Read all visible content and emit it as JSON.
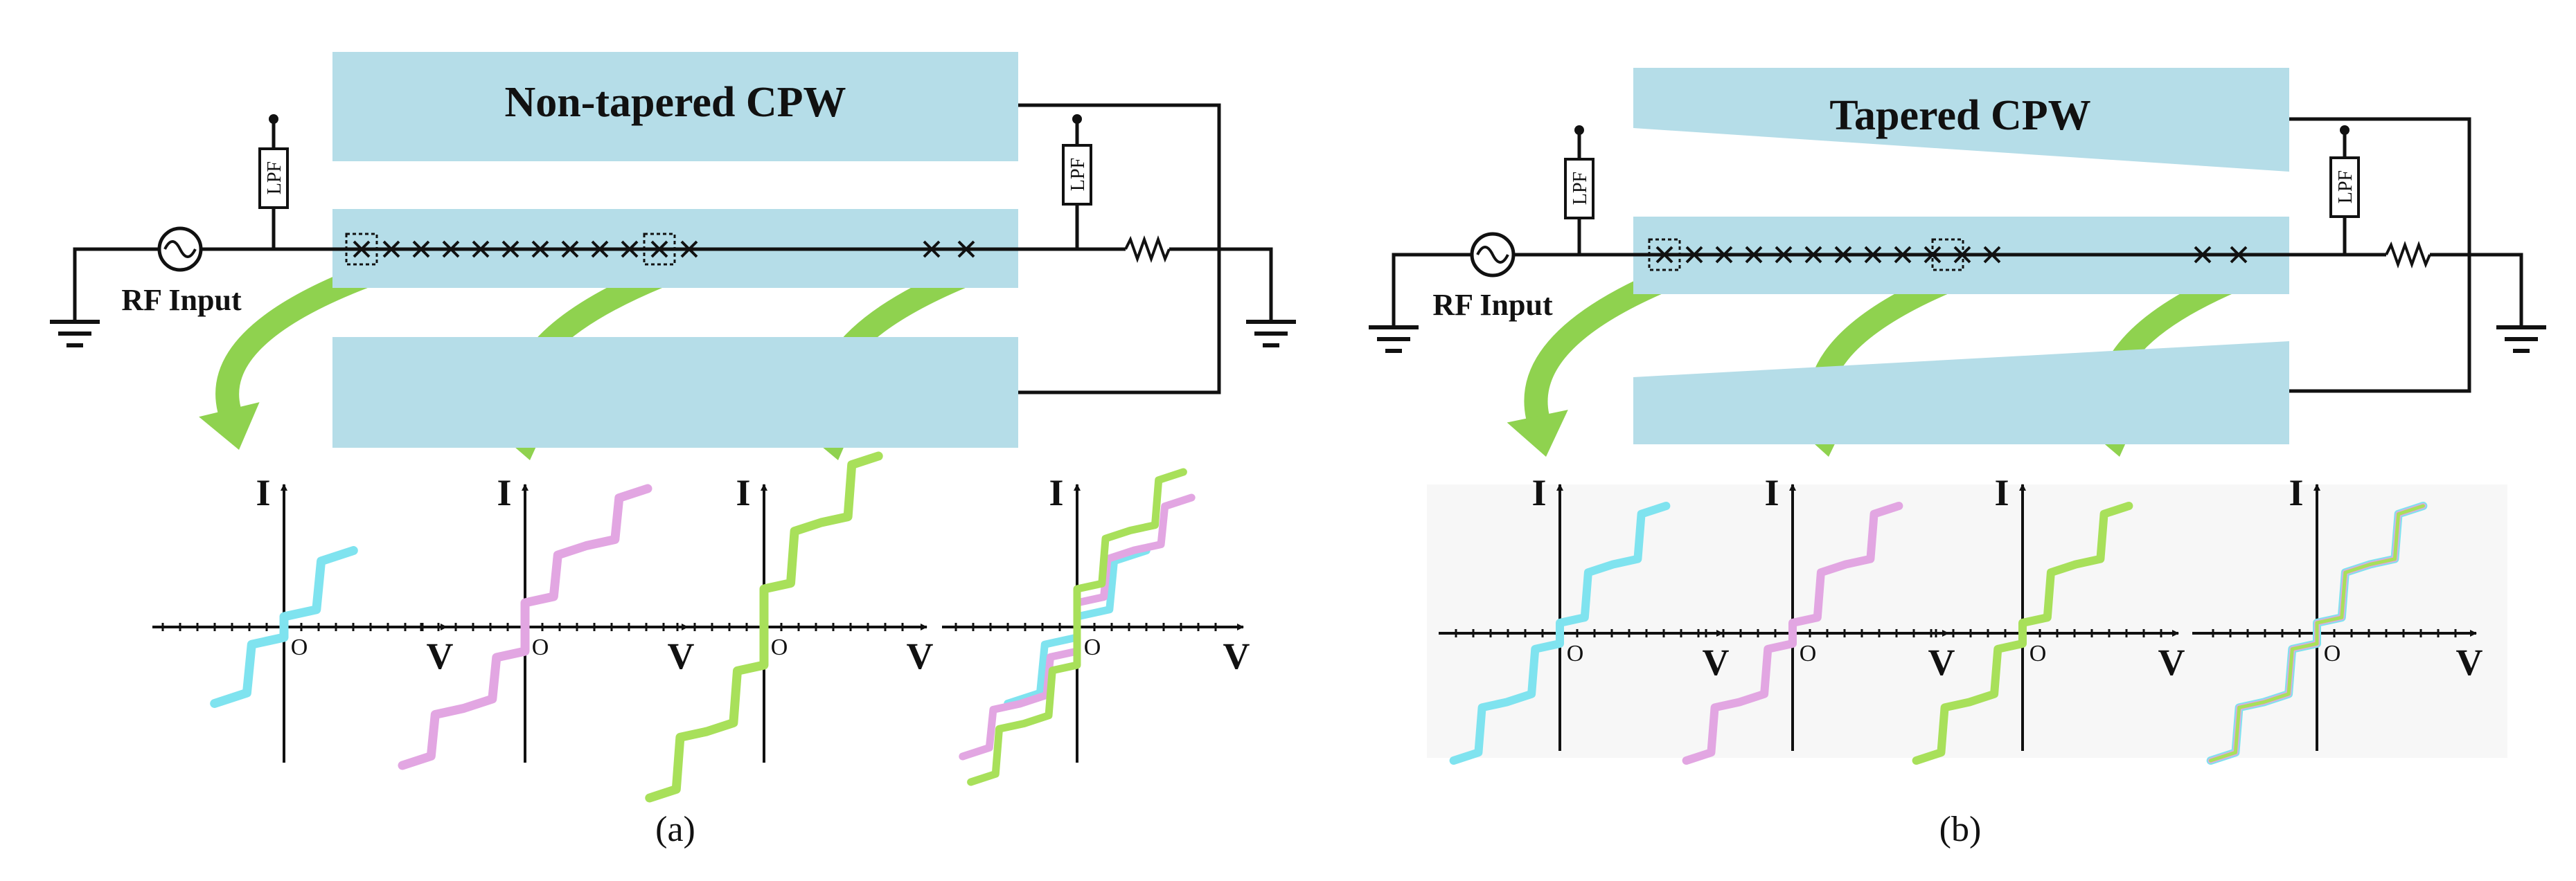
{
  "panel_a": {
    "cpw_title": "Non-tapered CPW",
    "source_label": "RF Input",
    "filter_label": "LPF",
    "caption": "(a)"
  },
  "panel_b": {
    "cpw_title": "Tapered CPW",
    "source_label": "RF Input",
    "filter_label": "LPF",
    "caption": "(b)"
  },
  "axes": {
    "current_label": "I",
    "voltage_label": "V",
    "origin_label": "O"
  },
  "colors": {
    "cpw_fill": "#b5dde8",
    "arrow": "#8fd24f",
    "curve_1": "#7fe3ef",
    "curve_2": "#e2a6e2",
    "curve_3": "#a8e05a",
    "wire": "#111111"
  }
}
